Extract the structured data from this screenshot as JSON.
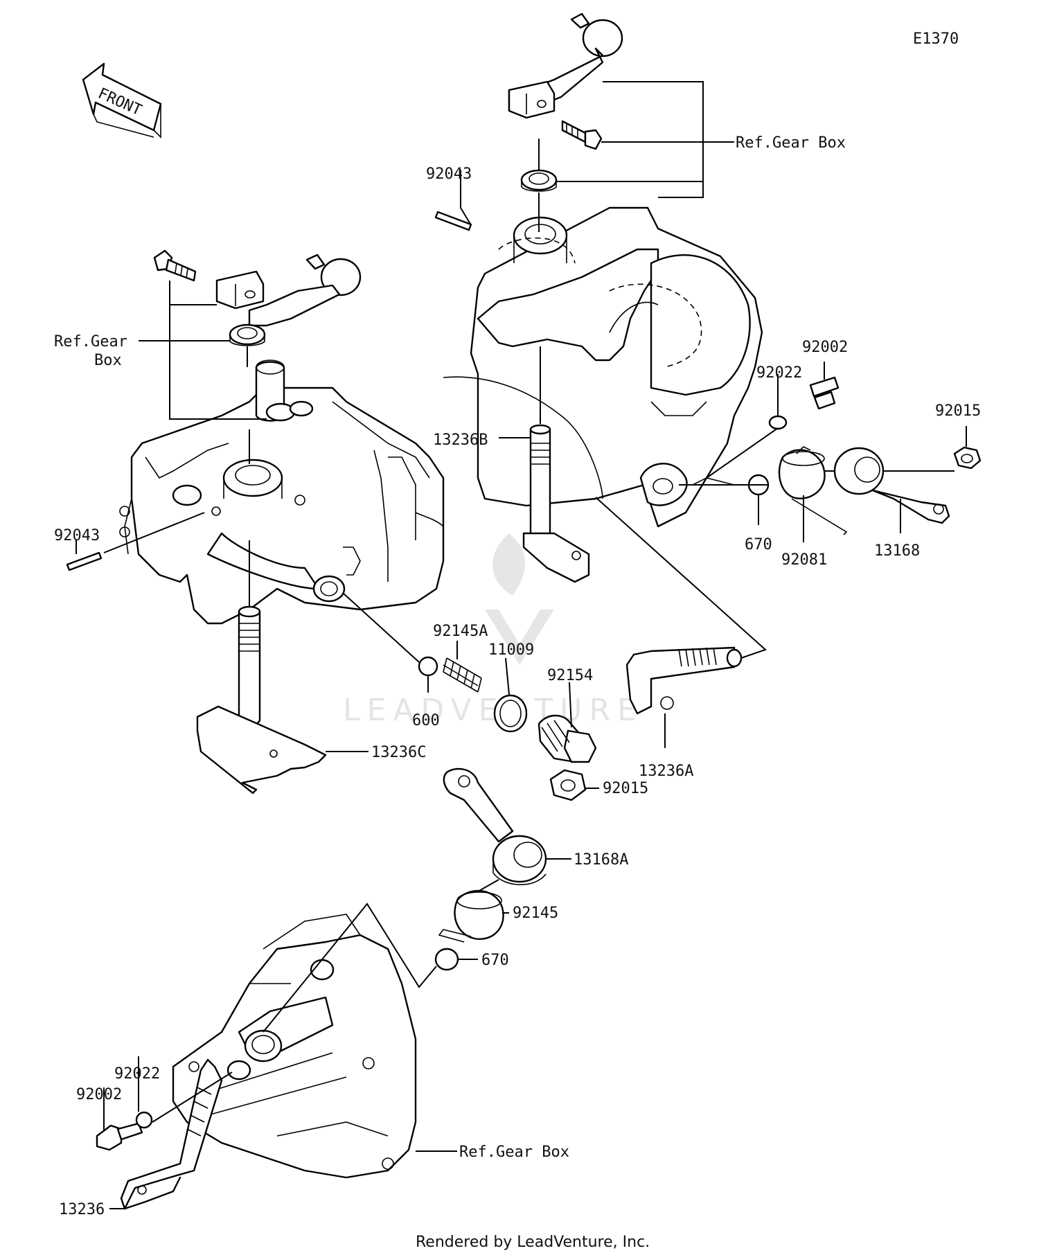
{
  "diagram_code": "E1370",
  "front_label": "FRONT",
  "watermark_text": "LEADVENTURE",
  "footer": "Rendered by LeadVenture, Inc.",
  "ref_gear_box_top": "Ref.Gear Box",
  "ref_gear_box_left_line1": "Ref.Gear",
  "ref_gear_box_left_line2": "Box",
  "ref_gear_box_bottom": "Ref.Gear Box",
  "labels": {
    "p92043_top": "92043",
    "p92043_left": "92043",
    "p92002_right": "92002",
    "p92022_right": "92022",
    "p92015_right": "92015",
    "p13236B": "13236B",
    "p670_right": "670",
    "p92081": "92081",
    "p13168": "13168",
    "p92145A": "92145A",
    "p11009": "11009",
    "p92154": "92154",
    "p600": "600",
    "p13236A": "13236A",
    "p13236C": "13236C",
    "p92015_mid": "92015",
    "p13168A": "13168A",
    "p92145": "92145",
    "p670_mid": "670",
    "p92022_bottom": "92022",
    "p92002_bottom": "92002",
    "p13236": "13236"
  }
}
